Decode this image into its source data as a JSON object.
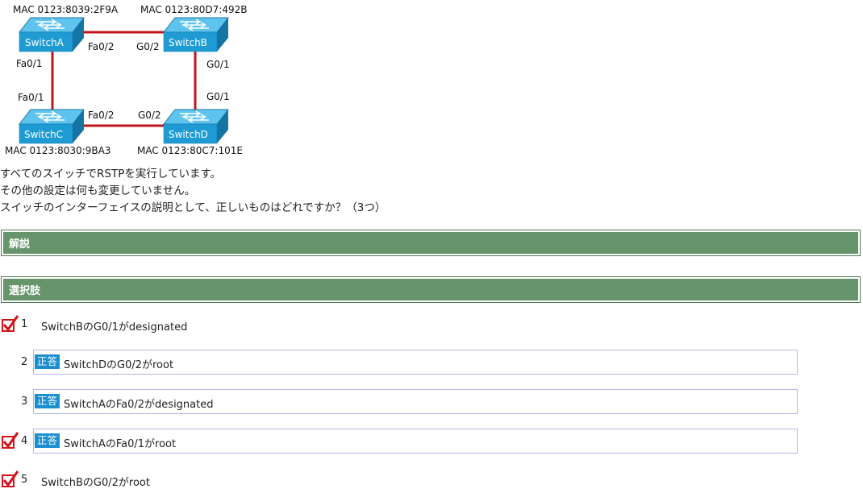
{
  "diagram": {
    "switches": {
      "a": {
        "label": "SwitchA",
        "mac": "MAC 0123:8039:2F9A"
      },
      "b": {
        "label": "SwitchB",
        "mac": "MAC 0123:80D7:492B"
      },
      "c": {
        "label": "SwitchC",
        "mac": "MAC 0123:8030:9BA3"
      },
      "d": {
        "label": "SwitchD",
        "mac": "MAC 0123:80C7:101E"
      }
    },
    "ports": {
      "a_right": "Fa0/2",
      "b_left": "G0/2",
      "a_down": "Fa0/1",
      "c_up": "Fa0/1",
      "b_down": "G0/1",
      "d_up": "G0/1",
      "c_right": "Fa0/2",
      "d_left": "G0/2"
    },
    "link_color": "#c0141a"
  },
  "question": {
    "line1": "すべてのスイッチでRSTPを実行しています。",
    "line2": "その他の設定は何も変更していません。",
    "line3": "スイッチのインターフェイスの説明として、正しいものはどれですか？（3つ）"
  },
  "sections": {
    "kaisetsu": "解説",
    "choices": "選択肢"
  },
  "correct_badge": "正答",
  "options": [
    {
      "num": "1",
      "text": "SwitchBのG0/1がdesignated",
      "checked": true,
      "correct": false
    },
    {
      "num": "2",
      "text": "SwitchDのG0/2がroot",
      "checked": false,
      "correct": true
    },
    {
      "num": "3",
      "text": "SwitchAのFa0/2がdesignated",
      "checked": false,
      "correct": true
    },
    {
      "num": "4",
      "text": "SwitchAのFa0/1がroot",
      "checked": true,
      "correct": true
    },
    {
      "num": "5",
      "text": "SwitchBのG0/2がroot",
      "checked": true,
      "correct": false
    }
  ],
  "colors": {
    "section_bg": "#66946b",
    "badge": "#1a8fd0",
    "check_red": "#d0141a",
    "switch_blue": "#1f9bd4"
  }
}
